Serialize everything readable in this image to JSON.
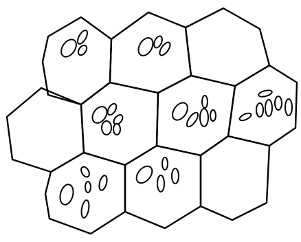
{
  "drawing": {
    "subject": "hexagonal-cell-sheet",
    "stroke_color": "#000000",
    "background": "#ffffff",
    "cells": [
      {
        "id": "top-left",
        "organelles": 3
      },
      {
        "id": "top-center",
        "organelles": 3
      },
      {
        "id": "top-right",
        "organelles": 0
      },
      {
        "id": "middle-far-left",
        "organelles": 0
      },
      {
        "id": "middle-left",
        "organelles": 5
      },
      {
        "id": "middle-center",
        "organelles": 5
      },
      {
        "id": "middle-right",
        "organelles": 6
      },
      {
        "id": "bottom-left",
        "organelles": 5
      },
      {
        "id": "bottom-center",
        "organelles": 4
      },
      {
        "id": "bottom-right",
        "organelles": 0
      }
    ]
  }
}
